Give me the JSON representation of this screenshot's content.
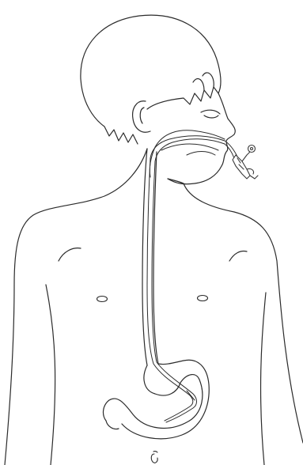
{
  "figure": {
    "subject": "child-torso-with-nasogastric-tube",
    "colors": {
      "background": "#ffffff",
      "line": "#2b2b2b",
      "tube": "#2b2b2b",
      "device": "#3a3a3a"
    },
    "icons": {
      "head": "head-outline",
      "hair": "hair-outline",
      "ear": "ear-outline",
      "face": "face-profile",
      "torso": "torso-outline",
      "stomach": "stomach-outline",
      "tube": "nasogastric-tube",
      "connector": "feeding-connector",
      "nipples": "nipple-marks",
      "navel": "navel-mark"
    }
  }
}
